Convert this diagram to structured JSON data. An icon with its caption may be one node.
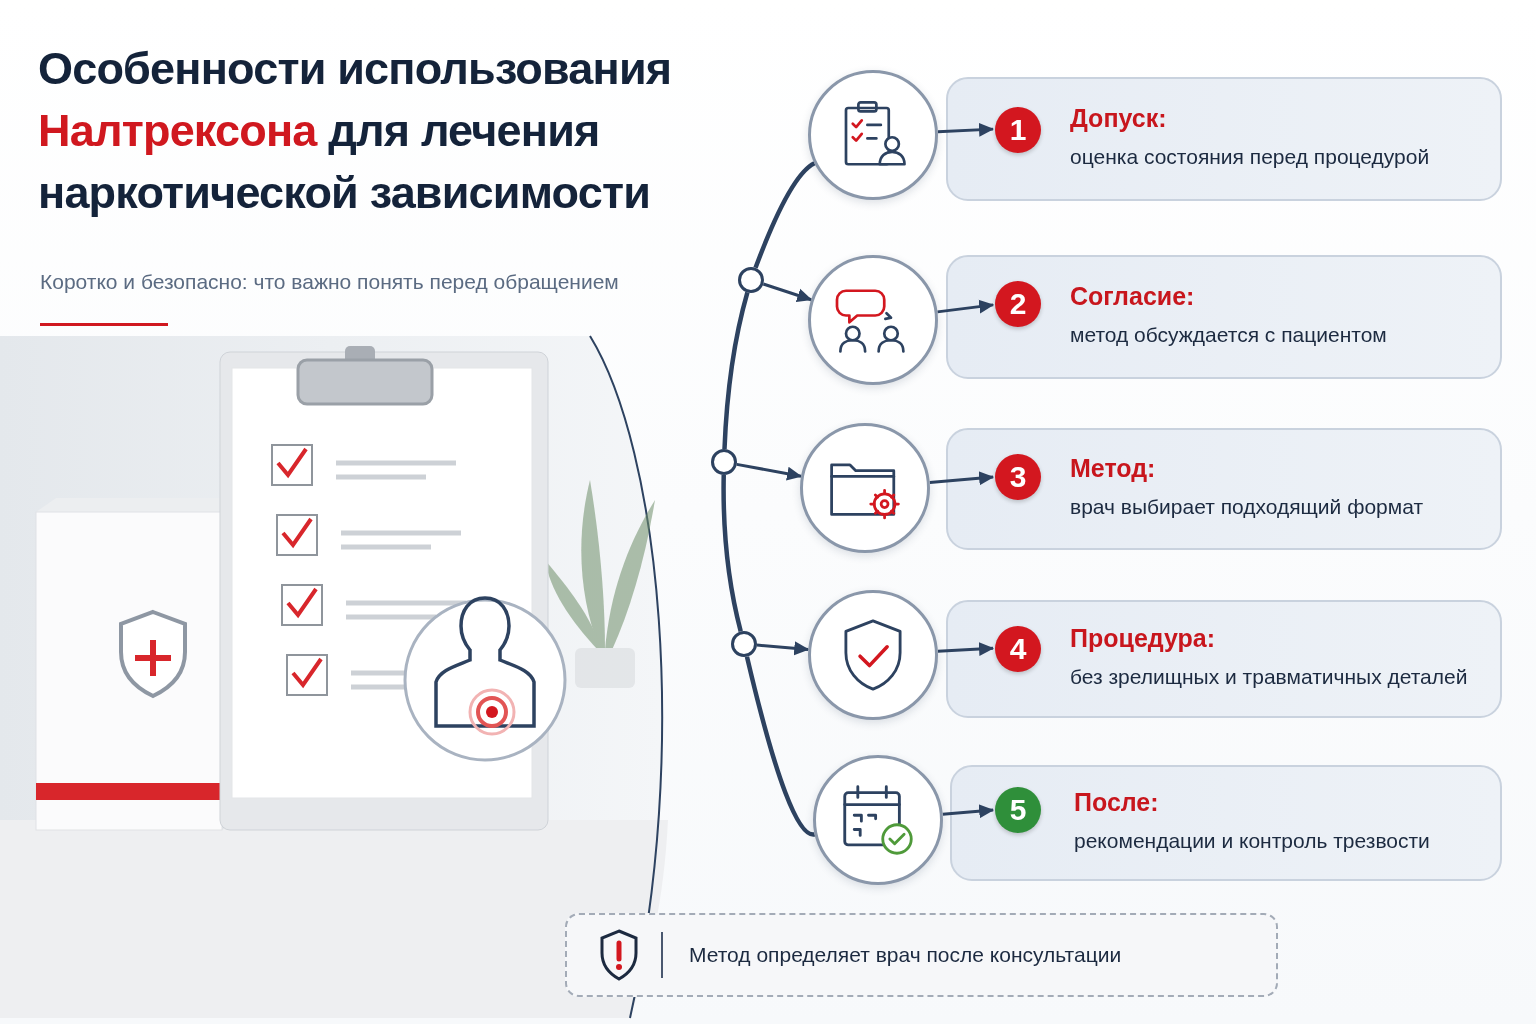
{
  "diagram": {
    "title": "Особенности использования *Налтрексона* для лечения наркотической зависимости",
    "nodes": [
      {
        "text": [],
        "shape": "circle"
      },
      {
        "text": [
          "Допуск:",
          "оценка состояния перед процедурой"
        ]
      },
      {
        "text": [
          "1"
        ],
        "in": 1
      },
      {
        "text": [],
        "shape": "circle"
      },
      {
        "text": [
          "Согласие:",
          "метод обсуждается с пациентом"
        ]
      },
      {
        "text": [
          "2"
        ],
        "in": 4
      },
      {
        "text": [],
        "shape": "circle"
      },
      {
        "text": [
          "Метод:",
          "врач выбирает подходящий формат"
        ]
      },
      {
        "text": [
          "3"
        ],
        "in": 7
      },
      {
        "text": [],
        "shape": "circle"
      },
      {
        "text": [
          "Процедура:",
          "без зрелищных и травматичных деталей"
        ]
      },
      {
        "text": [
          "4"
        ],
        "in": 10
      },
      {
        "text": [],
        "shape": "circle"
      },
      {
        "text": [
          "После:",
          "рекомендации и контроль трезвости"
        ]
      },
      {
        "text": [
          "5"
        ],
        "in": 13
      },
      {
        "text": [],
        "shape": "circle"
      },
      {
        "text": [],
        "shape": "circle"
      },
      {
        "text": [],
        "shape": "circle"
      },
      {
        "text": [
          "Метод определяет врач после консультации"
        ]
      }
    ],
    "edges": [
      {
        "from": 0,
        "to": 15,
        "arrow": "none"
      },
      {
        "from": 15,
        "to": 16,
        "arrow": "none"
      },
      {
        "from": 16,
        "to": 17,
        "arrow": "none"
      },
      {
        "from": 17,
        "to": 12,
        "arrow": "none"
      },
      {
        "from": 15,
        "to": 3,
        "arrow": "to"
      },
      {
        "from": 16,
        "to": 6,
        "arrow": "to"
      },
      {
        "from": 17,
        "to": 9,
        "arrow": "to"
      },
      {
        "from": 0,
        "to": 2,
        "arrow": "to"
      },
      {
        "from": 3,
        "to": 5,
        "arrow": "to"
      },
      {
        "from": 6,
        "to": 8,
        "arrow": "to"
      },
      {
        "from": 9,
        "to": 11,
        "arrow": "to"
      },
      {
        "from": 12,
        "to": 14,
        "arrow": "to"
      }
    ],
    "labels": [
      "Коротко и безопасно: что важно понять перед обращением"
    ]
  }
}
